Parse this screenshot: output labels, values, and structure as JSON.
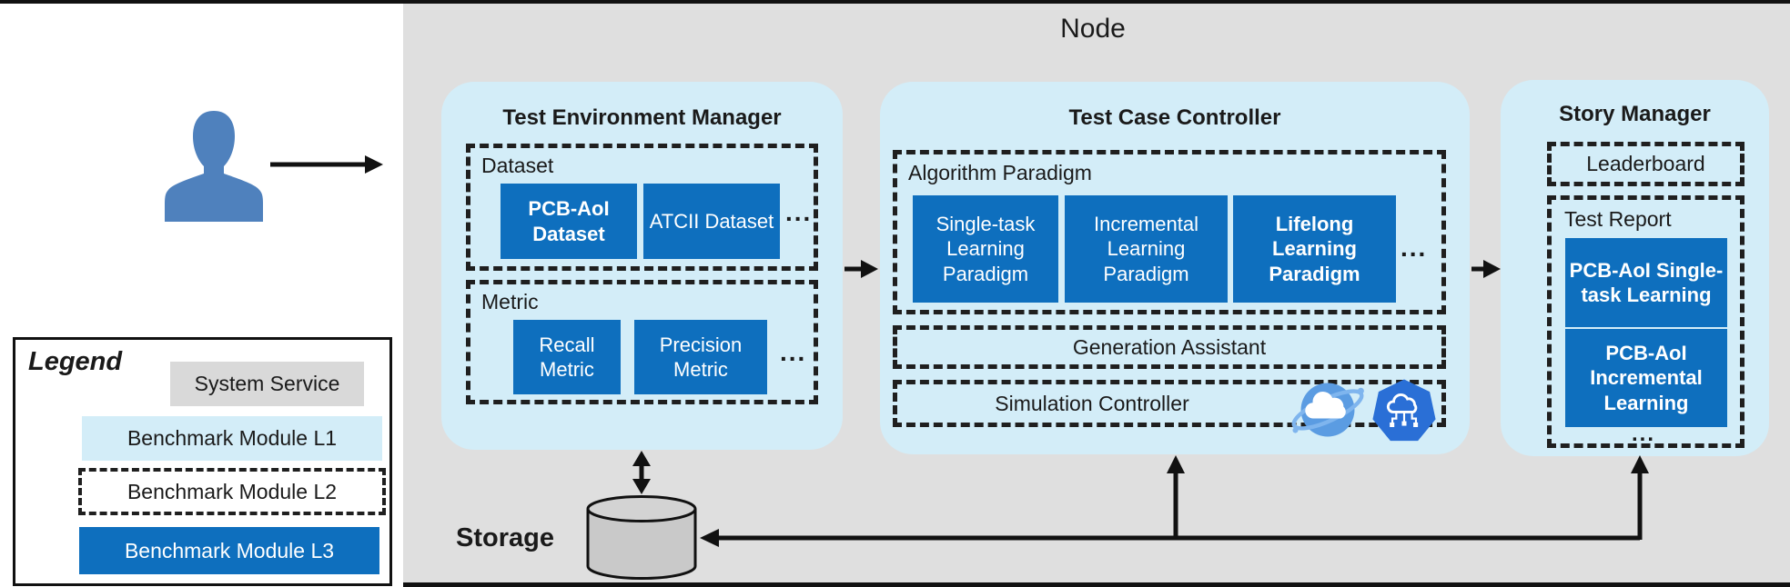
{
  "frame": {
    "node_title": "Node",
    "storage_label": "Storage"
  },
  "legend": {
    "title": "Legend",
    "items": [
      {
        "label": "System Service"
      },
      {
        "label": "Benchmark Module L1"
      },
      {
        "label": "Benchmark Module L2"
      },
      {
        "label": "Benchmark Module L3"
      }
    ]
  },
  "tem": {
    "title": "Test Environment Manager",
    "dataset": {
      "label": "Dataset",
      "items": [
        {
          "label": "PCB-AoI Dataset"
        },
        {
          "label": "ATCII Dataset"
        }
      ],
      "more": "..."
    },
    "metric": {
      "label": "Metric",
      "items": [
        {
          "label": "Recall Metric"
        },
        {
          "label": "Precision Metric"
        }
      ],
      "more": "..."
    }
  },
  "tcc": {
    "title": "Test Case Controller",
    "algorithm_paradigm": {
      "label": "Algorithm Paradigm",
      "items": [
        {
          "label": "Single-task Learning Paradigm"
        },
        {
          "label": "Incremental Learning Paradigm"
        },
        {
          "label": "Lifelong Learning Paradigm"
        }
      ],
      "more": "..."
    },
    "generation_assistant": {
      "label": "Generation Assistant"
    },
    "simulation_controller": {
      "label": "Simulation Controller"
    }
  },
  "story_manager": {
    "title": "Story Manager",
    "leaderboard": {
      "label": "Leaderboard"
    },
    "test_report": {
      "label": "Test Report",
      "items": [
        {
          "label": "PCB-AoI Single-task Learning"
        },
        {
          "label": "PCB-AoI Incremental Learning"
        }
      ],
      "more": "..."
    }
  },
  "icons": {
    "user": "person-icon",
    "storage": "database-cylinder-icon",
    "simulation": [
      "cloud-orbit-icon",
      "kubeedge-icon"
    ]
  },
  "colors": {
    "module_l3_blue": "#0e6fbe",
    "module_l1_light_blue": "#d3edf8",
    "system_service_gray": "#d9d9d9",
    "node_gray": "#dfdfdf",
    "person_blue": "#4f81bd",
    "kubeedge_blue": "#2a6fd6",
    "orbit_blue": "#5b9ce2"
  }
}
